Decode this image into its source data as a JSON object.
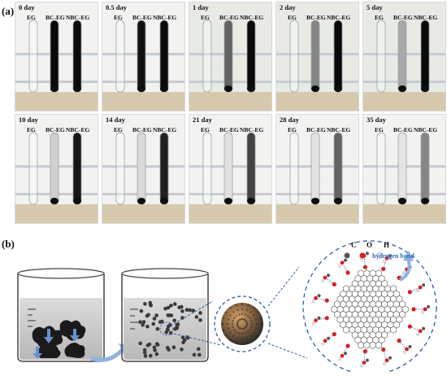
{
  "panel_a": {
    "label": "(a)",
    "tube_labels": [
      "EG",
      "BC-EG",
      "NBC-EG"
    ],
    "photos": [
      {
        "day": "0 day",
        "levels": [
          0,
          1.0,
          1.0
        ]
      },
      {
        "day": "0.5 day",
        "levels": [
          0,
          0.97,
          1.0
        ]
      },
      {
        "day": "1 day",
        "levels": [
          0,
          0.6,
          1.0
        ]
      },
      {
        "day": "2 day",
        "levels": [
          0,
          0.45,
          1.0
        ]
      },
      {
        "day": "5 day",
        "levels": [
          0,
          0.3,
          1.0
        ]
      },
      {
        "day": "10 day",
        "levels": [
          0,
          0.12,
          0.95
        ]
      },
      {
        "day": "14 day",
        "levels": [
          0,
          0.08,
          0.9
        ]
      },
      {
        "day": "21 day",
        "levels": [
          0,
          0.05,
          0.75
        ]
      },
      {
        "day": "28 day",
        "levels": [
          0,
          0.04,
          0.6
        ]
      },
      {
        "day": "35 day",
        "levels": [
          0,
          0.03,
          0.45
        ]
      }
    ]
  },
  "panel_b": {
    "label": "(b)",
    "legend": {
      "c": "C",
      "o": "O",
      "h": "H"
    },
    "hydrogen_bond_label": "hydrogen bond"
  },
  "colors": {
    "dashed_blue": "#2e5aa8",
    "arrow_blue": "#8fb3de",
    "oxygen_red": "#d32020",
    "carbon_gray": "#5a5a5a"
  }
}
